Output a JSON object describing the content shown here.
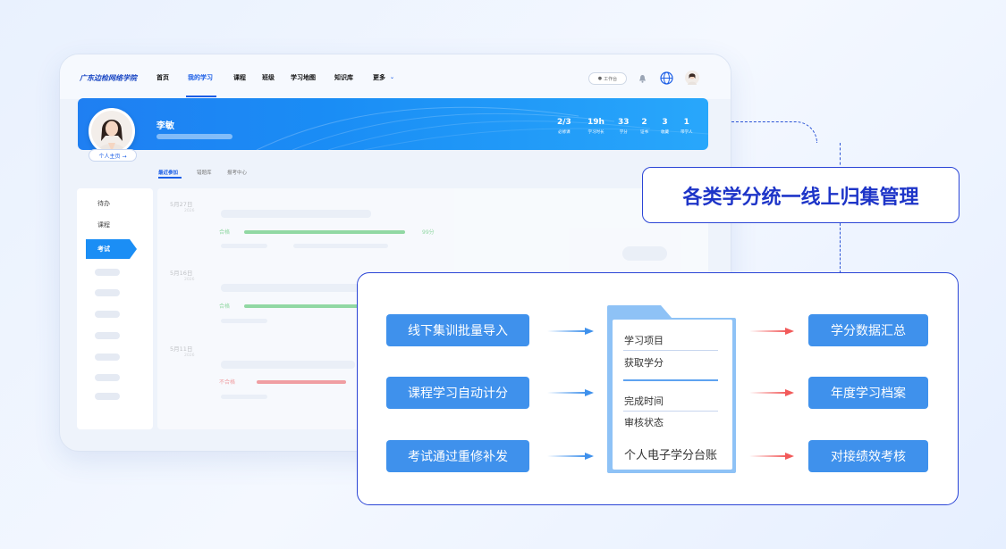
{
  "app": {
    "brand": "广东边检网络学院",
    "nav": [
      "首页",
      "我的学习",
      "课程",
      "班级",
      "学习地图",
      "知识库",
      "更多"
    ],
    "active_nav": "我的学习",
    "workbench": "工作台",
    "user_name": "李敏",
    "profile_button": "个人主页 →",
    "stats": [
      {
        "value": "2/3",
        "label": "必修课"
      },
      {
        "value": "19h",
        "label": "学习时长"
      },
      {
        "value": "33",
        "label": "学分"
      },
      {
        "value": "2",
        "label": "证书"
      },
      {
        "value": "3",
        "label": "收藏"
      },
      {
        "value": "1",
        "label": "带学人"
      }
    ],
    "subtabs": [
      "最近参加",
      "错题库",
      "报考中心"
    ],
    "side_items": [
      "待办",
      "课程",
      "考试"
    ],
    "timeline": [
      {
        "date": "5月27日",
        "year": "2026",
        "status": "合格",
        "score": "99分"
      },
      {
        "date": "5月16日",
        "year": "2026",
        "status": "合格"
      },
      {
        "date": "5月11日",
        "year": "2026",
        "status": "不合格"
      }
    ]
  },
  "headline": "各类学分统一线上归集管理",
  "inputs": [
    "线下集训批量导入",
    "课程学习自动计分",
    "考试通过重修补发"
  ],
  "ledger": {
    "items": [
      "学习项目",
      "获取学分",
      "完成时间",
      "审核状态"
    ],
    "title": "个人电子学分台账"
  },
  "outputs": [
    "学分数据汇总",
    "年度学习档案",
    "对接绩效考核"
  ],
  "colors": {
    "accent": "#1b5ee6",
    "button": "#3f91ec",
    "frame": "#2b45d6",
    "in_arrow": "#3f91ec",
    "out_arrow": "#f25a5a"
  }
}
